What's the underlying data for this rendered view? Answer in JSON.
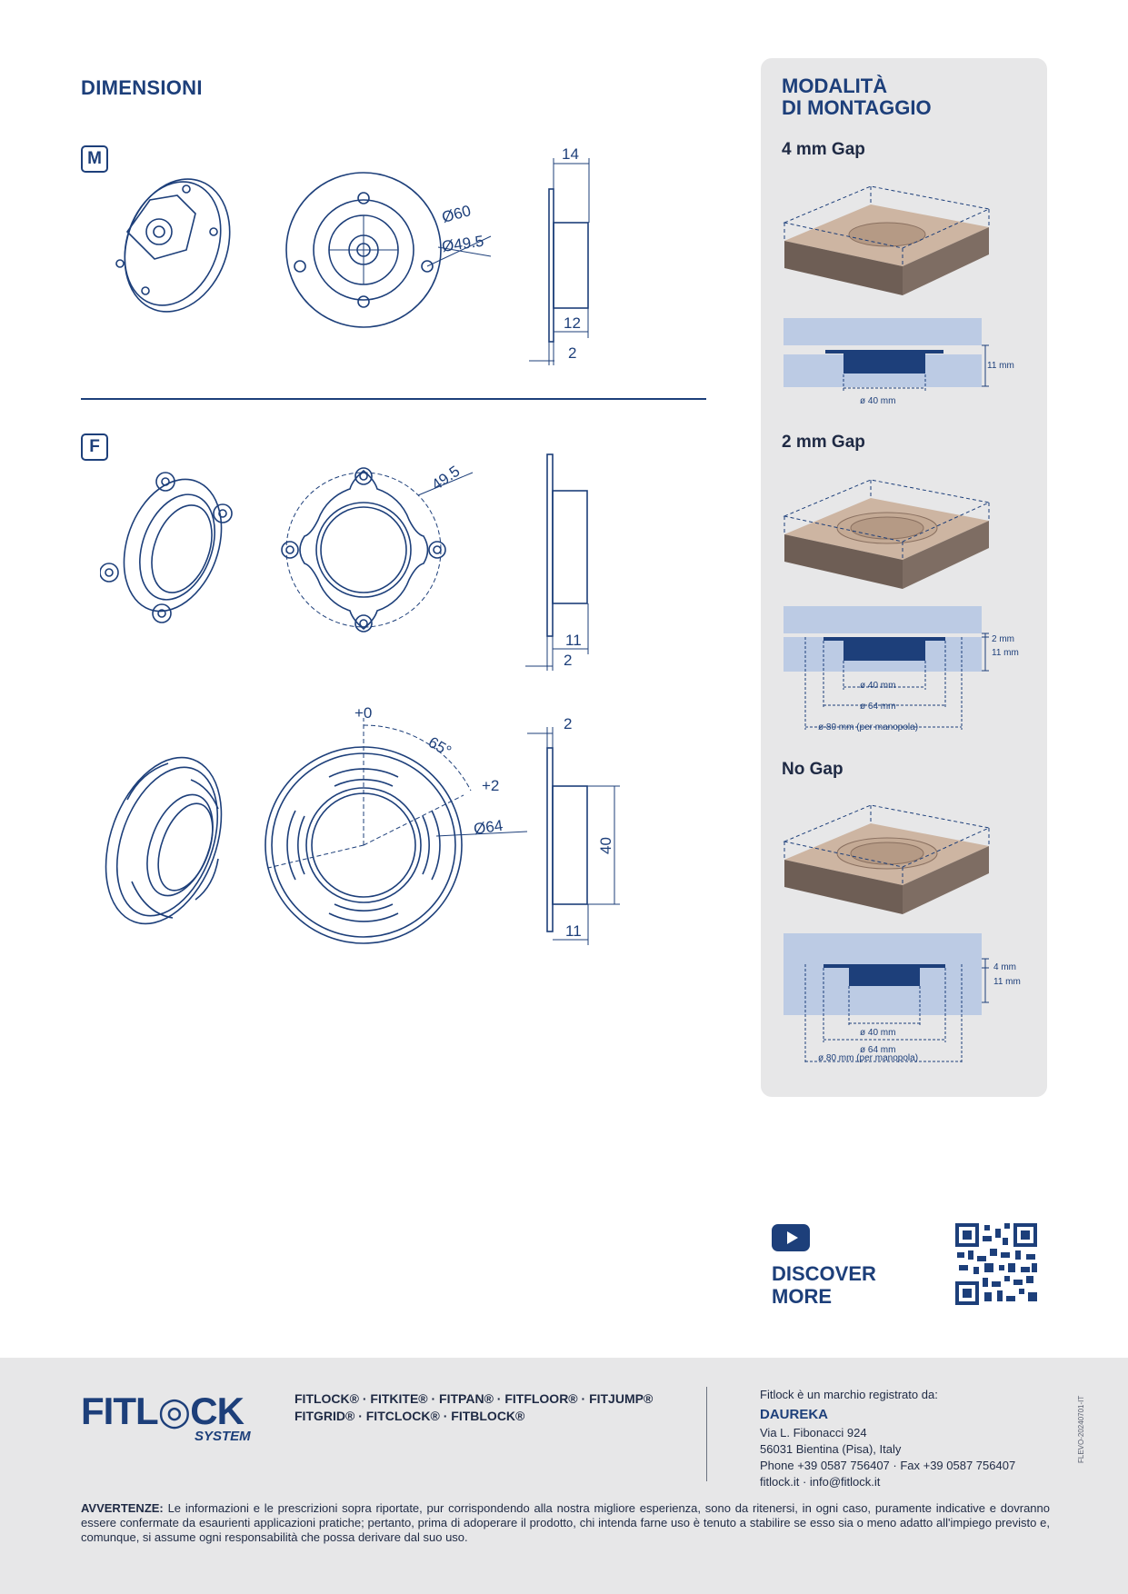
{
  "left": {
    "title": "DIMENSIONI",
    "badge_m": "M",
    "badge_f": "F",
    "m_dims": {
      "d1": "14",
      "d2": "Ø60",
      "d3": "Ø49.5",
      "d4": "12",
      "d5": "2"
    },
    "f1_dims": {
      "d1": "49.5",
      "d2": "11",
      "d3": "2"
    },
    "f2_dims": {
      "d1": "+0",
      "d2": "65°",
      "d3": "+2",
      "d4": "Ø64",
      "d5": "2",
      "d6": "40",
      "d7": "11"
    }
  },
  "panel": {
    "title_line1": "MODALITÀ",
    "title_line2": "DI MONTAGGIO",
    "sections": [
      {
        "heading": "4 mm Gap",
        "labels": [
          "11 mm",
          "ø 40 mm"
        ]
      },
      {
        "heading": "2 mm Gap",
        "labels": [
          "2 mm",
          "11 mm",
          "ø 40 mm",
          "ø 64 mm",
          "ø 80 mm (per manopola)"
        ]
      },
      {
        "heading": "No Gap",
        "labels": [
          "4 mm",
          "11 mm",
          "ø 40 mm",
          "ø 64 mm",
          "ø 80 mm (per manopola)"
        ]
      }
    ]
  },
  "discover": {
    "line1": "DISCOVER",
    "line2": "MORE",
    "icon": "youtube-play-icon"
  },
  "footer": {
    "logo": "FITL◎CK",
    "logo_sub": "SYSTEM",
    "brands_line1": "FITLOCK® · FITKITE® · FITPAN® · FITFLOOR® · FITJUMP®",
    "brands_line2": "FITGRID® · FITCLOCK® · FITBLOCK®",
    "registered": "Fitlock è un marchio registrato da:",
    "company": "DAUREKA",
    "address1": "Via L. Fibonacci 924",
    "address2": "56031 Bientina (Pisa), Italy",
    "phone": "Phone +39 0587 756407 · Fax +39 0587 756407",
    "web": "fitlock.it · info@fitlock.it",
    "doc_code": "FLEVO-20240701-IT",
    "warning_label": "AVVERTENZE:",
    "warning_text": "Le informazioni e le prescrizioni sopra riportate, pur corrispondendo alla nostra migliore esperienza, sono da ritenersi, in ogni caso, puramente indicative e dovranno essere confermate da esaurienti applicazioni pratiche; pertanto, prima di adoperare il prodotto, chi intenda farne uso è tenuto a stabilire se esso sia o meno adatto all'impiego previsto e, comunque, si assume ogni responsabilità che possa derivare dal suo uso."
  }
}
